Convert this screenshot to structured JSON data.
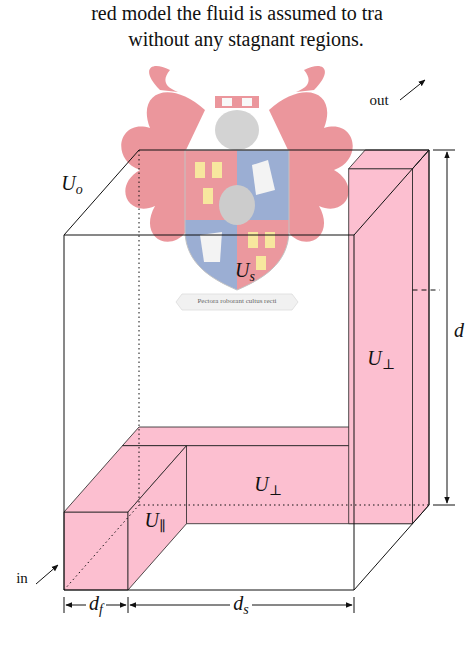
{
  "diagram": {
    "labels": [
      "red model the fluid is assumed to tra",
      "without any stagnant regions.",
      "Pectora roborant cultus recti",
      "out",
      "Uo",
      "Us",
      "U⊥",
      "d",
      "U⊥",
      "U∥",
      "in",
      "df",
      "ds"
    ]
  }
}
